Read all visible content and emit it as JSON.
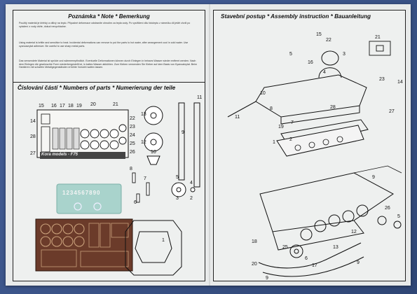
{
  "sheet": {
    "left_panel": {
      "note_title": "Poznámka * Note * Bemerkung",
      "note_paragraphs": [
        "Použitý materiál je křehký a citlivý na teplo. Případné deformace odstraníte ohnutím za tepla vody. Po vystřižení dílu fotoleptu z rámečku díl ještě chvíli po vytažení z vody držte, dokud nevychladne.",
        "Using material is brittle and sensitive to heat. Incidental deformations can remove to put the parts to hot water, after arrangement cool in cold water. Use cyanoacrylat adhesive. Be careful to use sharp metal parts.",
        "Das verwendete Material ist spröde und wärmeempfindlich. Eventuelle Deformationen können durch Einlegen in heisses Wasser wieder entfernt werden. Nach dem Einlegen die gewünschte Form wiederhergestellt ist, in kaltes Wasser abkühlen. Zum Kleben verwenden Sie Kleber auf dem Basis von Kyanoakrylat. Beim Hantieren mit scharfen Metallgegenständen erhöhte Vorsicht walten lassen."
      ],
      "numbers_title": "Číslování částí * Numbers of parts * Numerierung der teile",
      "part_labels": [
        "15",
        "16",
        "17",
        "18",
        "19",
        "20",
        "21",
        "22",
        "23",
        "24",
        "25",
        "26",
        "14",
        "28",
        "27",
        "11",
        "12",
        "13",
        "10",
        "9",
        "8",
        "7",
        "6",
        "5",
        "4",
        "3",
        "2",
        "1"
      ],
      "pe_fret_brand": "Kora models - F75",
      "decal_text": "1234567890"
    },
    "right_panel": {
      "assembly_title": "Stavební postup * Assembly instruction * Bauanleitung",
      "step_labels": [
        "15",
        "22",
        "3",
        "5",
        "16",
        "4",
        "21",
        "10",
        "8",
        "23",
        "14",
        "27",
        "11",
        "19",
        "7",
        "1",
        "2",
        "28",
        "9",
        "26",
        "5",
        "12",
        "13",
        "17",
        "25",
        "6",
        "20",
        "9",
        "9",
        "18"
      ]
    }
  },
  "colors": {
    "background": "#3c5283",
    "paper": "#e8eaea",
    "ink": "#111111",
    "brass": "#6b3b2a",
    "decal": "#a9d3cc"
  }
}
